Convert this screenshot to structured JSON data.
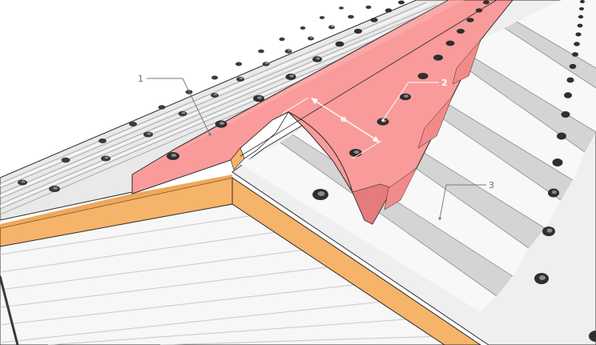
{
  "callouts": [
    {
      "id": "1",
      "label": "1"
    },
    {
      "id": "2",
      "label": "2"
    },
    {
      "id": "3",
      "label": "3"
    }
  ],
  "dimension": {
    "label": "e"
  },
  "colors": {
    "ridge_cap": "#f99b9b",
    "ridge_cap_dark": "#e26e6e",
    "fascia": "#f5b469",
    "sheet_light": "#f2f2f2",
    "sheet_mid": "#dedede",
    "sheet_dark": "#bdbdbd",
    "outline": "#2a2a2a",
    "screw_head": "#3a3a3a",
    "leader_line": "#7a7a7a"
  },
  "icons": {
    "fastener": "screw-icon"
  }
}
